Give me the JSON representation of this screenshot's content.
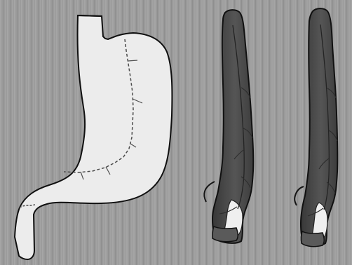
{
  "figure": {
    "panels": [
      {
        "id": "stomach-outline"
      },
      {
        "id": "gastric-tube-1"
      },
      {
        "id": "gastric-tube-2"
      }
    ]
  },
  "colors": {
    "background": "#9a9a9a",
    "background_stripe_light": "#a7a7a7",
    "background_stripe_dark": "#8d8d8d",
    "stomach_fill": "#eeeeee",
    "organ_fill": "#4b4b4b",
    "outline": "#151515",
    "vessel": "#2a2a2a",
    "highlight": "#efefef"
  }
}
